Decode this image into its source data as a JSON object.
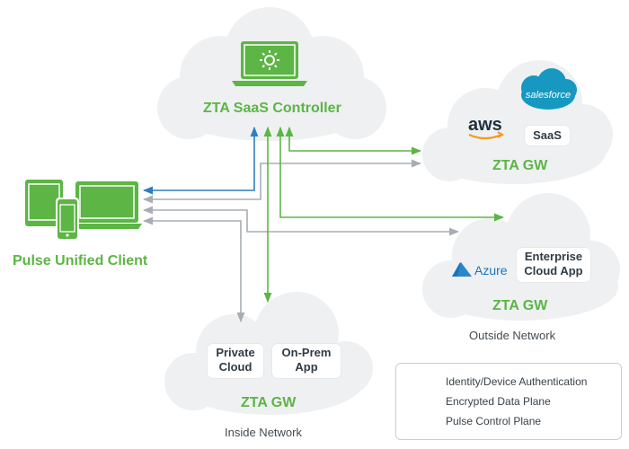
{
  "controller": {
    "title": "ZTA SaaS Controller"
  },
  "client": {
    "title": "Pulse Unified Client"
  },
  "saas_gw": {
    "title": "ZTA GW",
    "logos": [
      "aws",
      "salesforce"
    ],
    "card": "SaaS"
  },
  "enterprise_gw": {
    "title": "ZTA GW",
    "logo_text": "Azure",
    "card_line1": "Enterprise",
    "card_line2": "Cloud App",
    "caption": "Outside Network"
  },
  "inside_gw": {
    "title": "ZTA GW",
    "card1_line1": "Private",
    "card1_line2": "Cloud",
    "card2_line1": "On-Prem",
    "card2_line2": "App",
    "caption": "Inside Network"
  },
  "legend": [
    {
      "label": "Identity/Device Authentication",
      "color": "#2e7fc0"
    },
    {
      "label": "Encrypted Data Plane",
      "color": "#a7adb3"
    },
    {
      "label": "Pulse Control Plane",
      "color": "#5cb544"
    }
  ],
  "colors": {
    "green": "#5cb544",
    "blue": "#2e7fc0",
    "gray": "#a7adb3",
    "cloud": "#eef0f2"
  }
}
